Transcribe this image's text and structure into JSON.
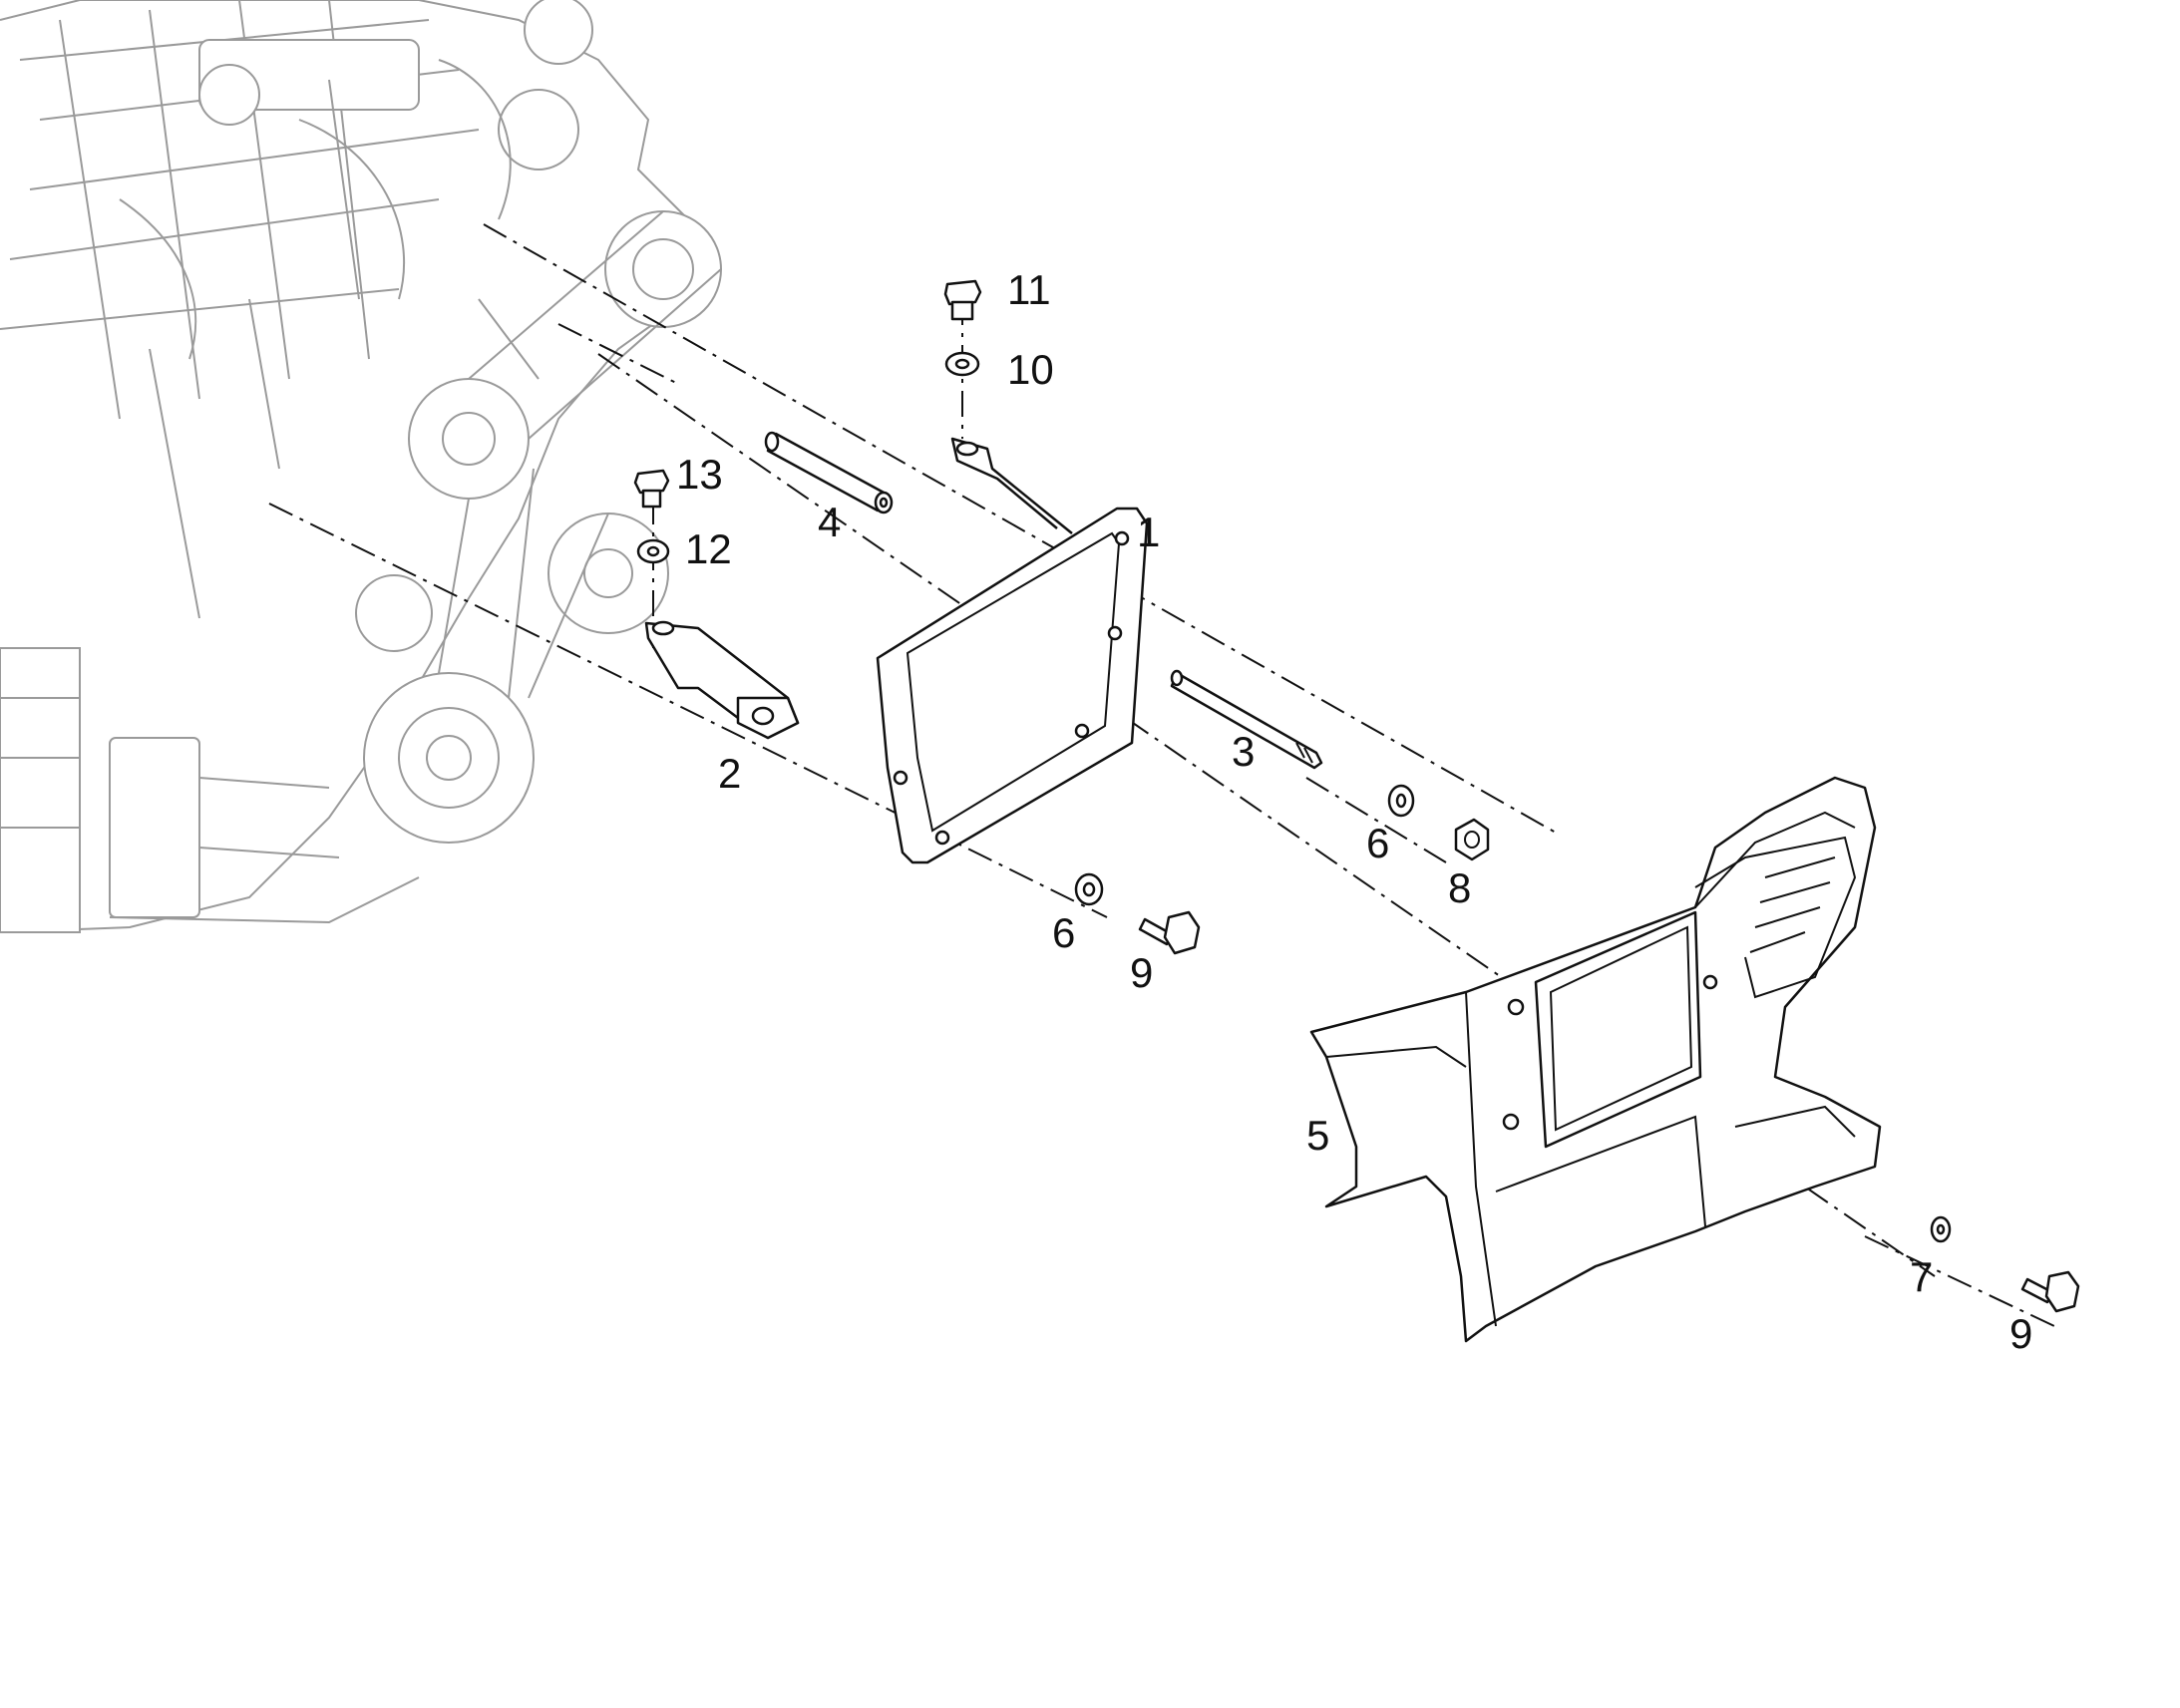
{
  "callouts": {
    "c1": "1",
    "c2": "2",
    "c3": "3",
    "c4": "4",
    "c5": "5",
    "c6a": "6",
    "c6b": "6",
    "c7": "7",
    "c8": "8",
    "c9a": "9",
    "c9b": "9",
    "c10": "10",
    "c11": "11",
    "c12": "12",
    "c13": "13"
  }
}
